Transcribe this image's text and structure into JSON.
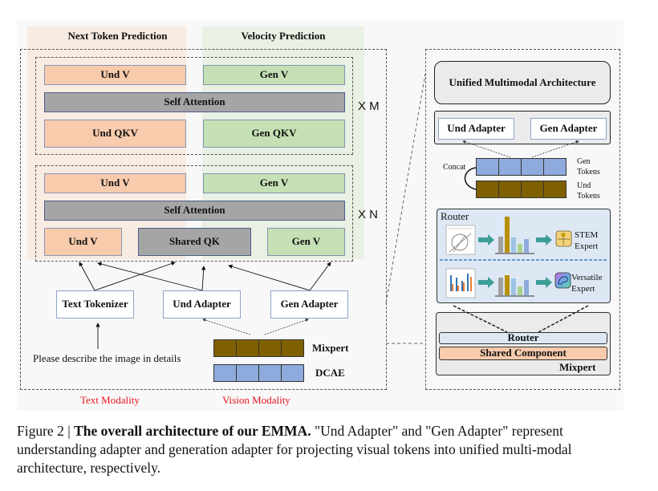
{
  "left_panel": {
    "column_titles": {
      "und": "Next Token Prediction",
      "gen": "Velocity Prediction"
    },
    "block_m": {
      "und_v": "Und V",
      "gen_v": "Gen V",
      "self_attention": "Self Attention",
      "und_qkv": "Und QKV",
      "gen_qkv": "Gen QKV",
      "repeat_label": "X M"
    },
    "block_n": {
      "und_v_top": "Und V",
      "gen_v_top": "Gen V",
      "self_attention": "Self Attention",
      "und_v_bottom": "Und V",
      "shared_qk": "Shared QK",
      "gen_v_bottom": "Gen V",
      "repeat_label": "X N"
    },
    "inputs": {
      "text_tokenizer": "Text Tokenizer",
      "und_adapter": "Und Adapter",
      "gen_adapter": "Gen Adapter",
      "prompt": "Please describe the image in details",
      "mixpert_label": "Mixpert",
      "dcae_label": "DCAE"
    },
    "modalities": {
      "text": "Text Modality",
      "vision": "Vision Modality"
    }
  },
  "right_panel": {
    "unified_title": "Unified Multimodal Architecture",
    "und_adapter": "Und Adapter",
    "gen_adapter": "Gen Adapter",
    "concat_label": "Concat",
    "gen_tokens": "Gen Tokens",
    "und_tokens": "Und Tokens",
    "router_title": "Router",
    "stem_expert": "STEM Expert",
    "versatile_expert": "Versatile Expert",
    "mixpert": {
      "router": "Router",
      "shared_component": "Shared Component",
      "label": "Mixpert"
    }
  },
  "colors": {
    "und": "#f7cbac",
    "gen": "#c5e0b4",
    "attention": "#a5a5a5",
    "mixpert_tokens": "#7f6000",
    "dcae_tokens": "#8faadc",
    "router_bg": "#dde8f4",
    "modality_label": "#e8141a",
    "arrow_teal": "#3d9e96"
  },
  "caption": {
    "prefix": "Figure 2 | ",
    "bold": "The overall architecture of our EMMA.",
    "rest": " \"Und Adapter\" and \"Gen Adapter\" represent understanding adapter and generation adapter for projecting visual tokens into unified multi-modal architecture, respectively."
  }
}
